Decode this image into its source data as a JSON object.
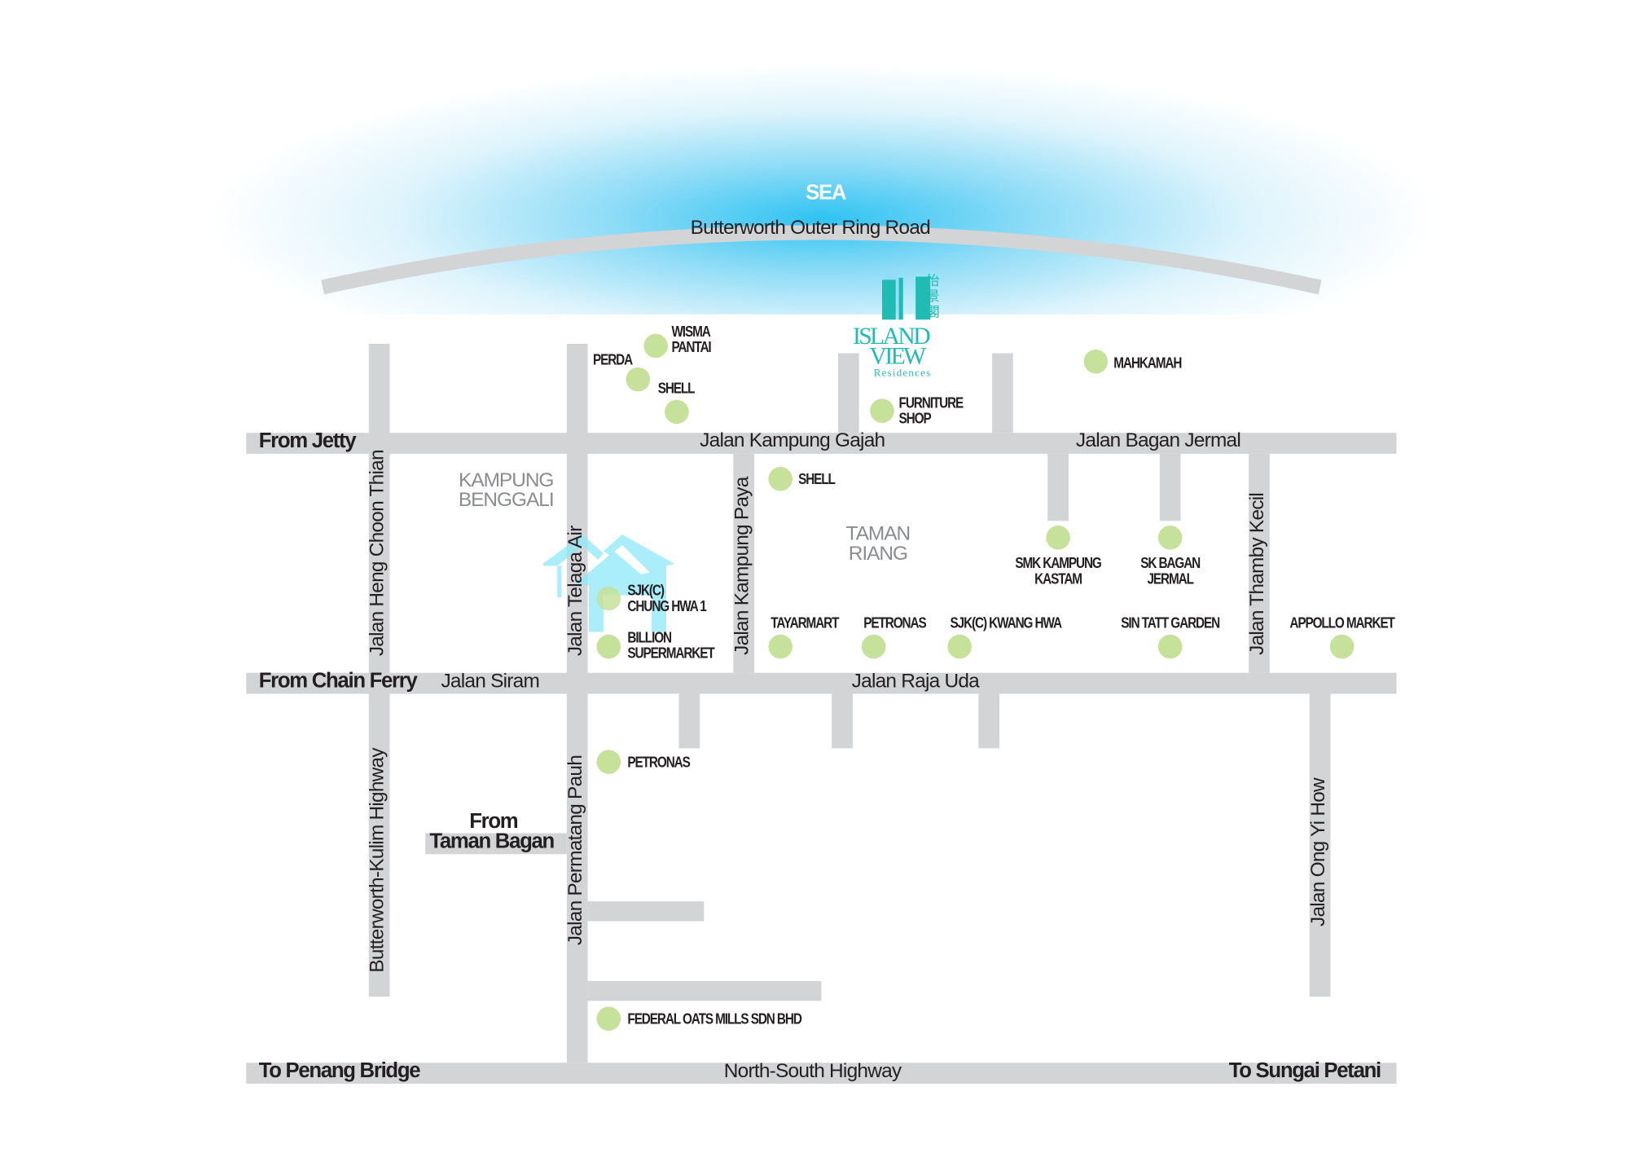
{
  "colors": {
    "road": "#d3d4d6",
    "poi_dot": "#c6e29a",
    "sea": "#2ec3f1",
    "logo": "#1fbcb4",
    "house": "#8ee8fb",
    "area_text": "#8a8c8e"
  },
  "sea_label": "SEA",
  "logo": {
    "chinese": "怡景閣",
    "line1": "ISLAND",
    "line2": "VIEW",
    "line3": "Residences"
  },
  "roads": {
    "outer_ring": "Butterworth Outer Ring Road",
    "kampung_gajah": "Jalan Kampung Gajah",
    "bagan_jermal": "Jalan Bagan Jermal",
    "siram": "Jalan Siram",
    "raja_uda": "Jalan Raja Uda",
    "north_south": "North-South Highway",
    "heng_choon_thian": "Jalan Heng Choon Thian",
    "butterworth_kulim": "Butterworth-Kulim Highway",
    "telaga_air": "Jalan Telaga Air",
    "permatang_pauh": "Jalan Permatang Pauh",
    "kampung_paya": "Jalan Kampung Paya",
    "thamby_kecil": "Jalan Thamby Kecil",
    "ong_yi_how": "Jalan Ong Yi How"
  },
  "directions": {
    "from_jetty": "From Jetty",
    "from_chain_ferry": "From Chain Ferry",
    "from_taman_bagan_1": "From",
    "from_taman_bagan_2": "Taman Bagan",
    "to_penang_bridge": "To Penang Bridge",
    "to_sungai_petani": "To Sungai Petani"
  },
  "areas": {
    "kampung_benggali": [
      "KAMPUNG",
      "BENGGALI"
    ],
    "taman_riang": [
      "TAMAN",
      "RIANG"
    ]
  },
  "pois": {
    "wisma_pantai": [
      "WISMA",
      "PANTAI"
    ],
    "perda": "PERDA",
    "shell_1": "SHELL",
    "furniture_shop": [
      "FURNITURE",
      "SHOP"
    ],
    "mahkamah": "MAHKAMAH",
    "shell_2": "SHELL",
    "smk_kampung_kastam": [
      "SMK KAMPUNG",
      "KASTAM"
    ],
    "sk_bagan_jermal": [
      "SK BAGAN",
      "JERMAL"
    ],
    "sjkc_chung_hwa": [
      "SJK(C)",
      "CHUNG HWA 1"
    ],
    "billion": [
      "BILLION",
      "SUPERMARKET"
    ],
    "tayarmart": "TAYARMART",
    "petronas_1": "PETRONAS",
    "sjkc_kwang_hwa": "SJK(C) KWANG HWA",
    "sin_tatt_garden": "SIN TATT GARDEN",
    "appollo_market": "APPOLLO MARKET",
    "petronas_2": "PETRONAS",
    "federal_oats": "FEDERAL OATS MILLS SDN BHD"
  }
}
